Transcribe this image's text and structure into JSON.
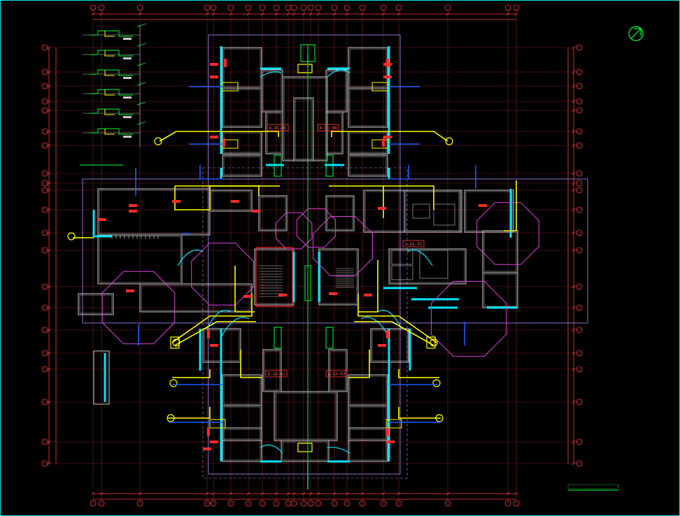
{
  "drawing": {
    "unit_labels": [
      {
        "id": "A-XX-03",
        "text": "A-XX-03"
      },
      {
        "id": "A-XX-04",
        "text": "A-XX-04"
      },
      {
        "id": "A-XX-01",
        "text": "A-XX-01"
      },
      {
        "id": "A-XX-02",
        "text": "A-XX-02"
      },
      {
        "id": "C-XX-01",
        "text": "C-XX-01"
      }
    ],
    "colors": {
      "background": "#000000",
      "frame": "#14e6e6",
      "grid_red": "#ff3b3b",
      "walls": "#c8c8c8",
      "pipes_yellow": "#ffff00",
      "pipes_cyan": "#00e5ff",
      "pipes_blue": "#1e5bff",
      "outline_magenta": "#e040e0",
      "green": "#00ff40",
      "lavender": "#b48cff"
    },
    "icons": [
      "north-arrow-icon"
    ]
  }
}
